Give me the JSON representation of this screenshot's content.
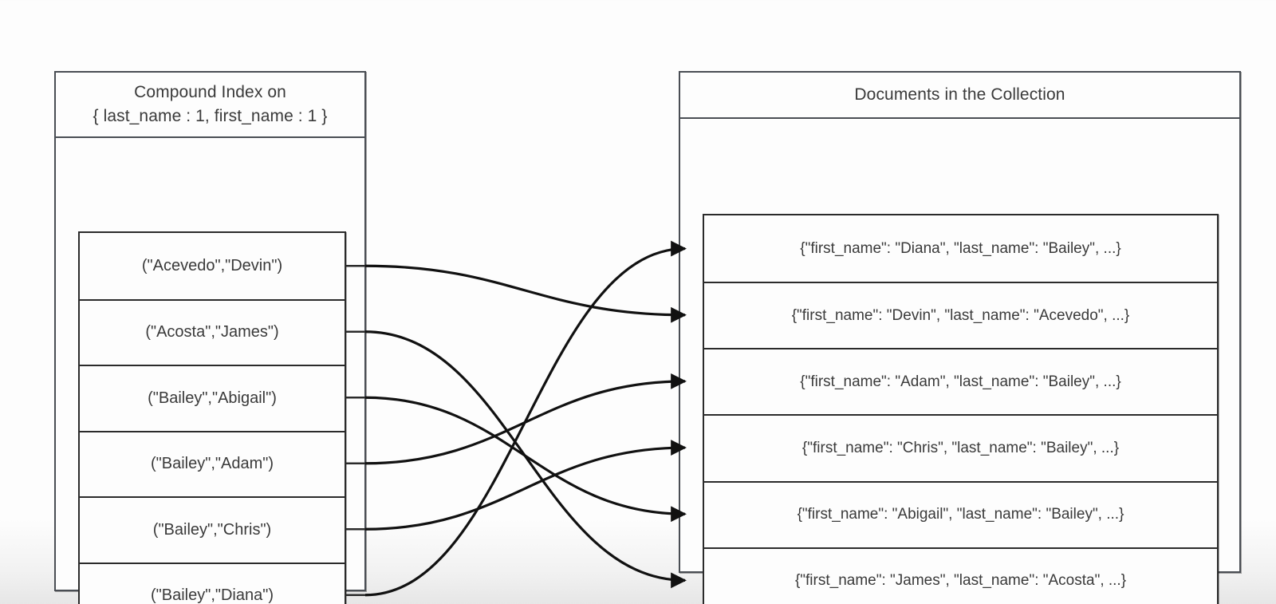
{
  "index_panel": {
    "title_line1": "Compound Index on",
    "title_line2": "{ last_name : 1, first_name : 1 }",
    "entries": [
      {
        "label": "(\"Acevedo\",\"Devin\")"
      },
      {
        "label": "(\"Acosta\",\"James\")"
      },
      {
        "label": "(\"Bailey\",\"Abigail\")"
      },
      {
        "label": "(\"Bailey\",\"Adam\")"
      },
      {
        "label": "(\"Bailey\",\"Chris\")"
      },
      {
        "label": "(\"Bailey\",\"Diana\")"
      }
    ]
  },
  "docs_panel": {
    "title": "Documents in the Collection",
    "documents": [
      {
        "label": "{\"first_name\": \"Diana\", \"last_name\": \"Bailey\", ...}"
      },
      {
        "label": "{\"first_name\": \"Devin\", \"last_name\": \"Acevedo\", ...}"
      },
      {
        "label": "{\"first_name\": \"Adam\", \"last_name\": \"Bailey\", ...}"
      },
      {
        "label": "{\"first_name\": \"Chris\", \"last_name\": \"Bailey\", ...}"
      },
      {
        "label": "{\"first_name\": \"Abigail\", \"last_name\": \"Bailey\", ...}"
      },
      {
        "label": "{\"first_name\": \"James\", \"last_name\": \"Acosta\", ...}"
      }
    ]
  },
  "connections": [
    {
      "from_index_entry": 0,
      "to_document": 1
    },
    {
      "from_index_entry": 1,
      "to_document": 5
    },
    {
      "from_index_entry": 2,
      "to_document": 4
    },
    {
      "from_index_entry": 3,
      "to_document": 2
    },
    {
      "from_index_entry": 4,
      "to_document": 3
    },
    {
      "from_index_entry": 5,
      "to_document": 0
    }
  ],
  "colors": {
    "background": "#fdfdfd",
    "panel_border": "#4a4e54",
    "row_border": "#2b2b2b",
    "text": "#3a3a3a",
    "connector": "#111111"
  }
}
